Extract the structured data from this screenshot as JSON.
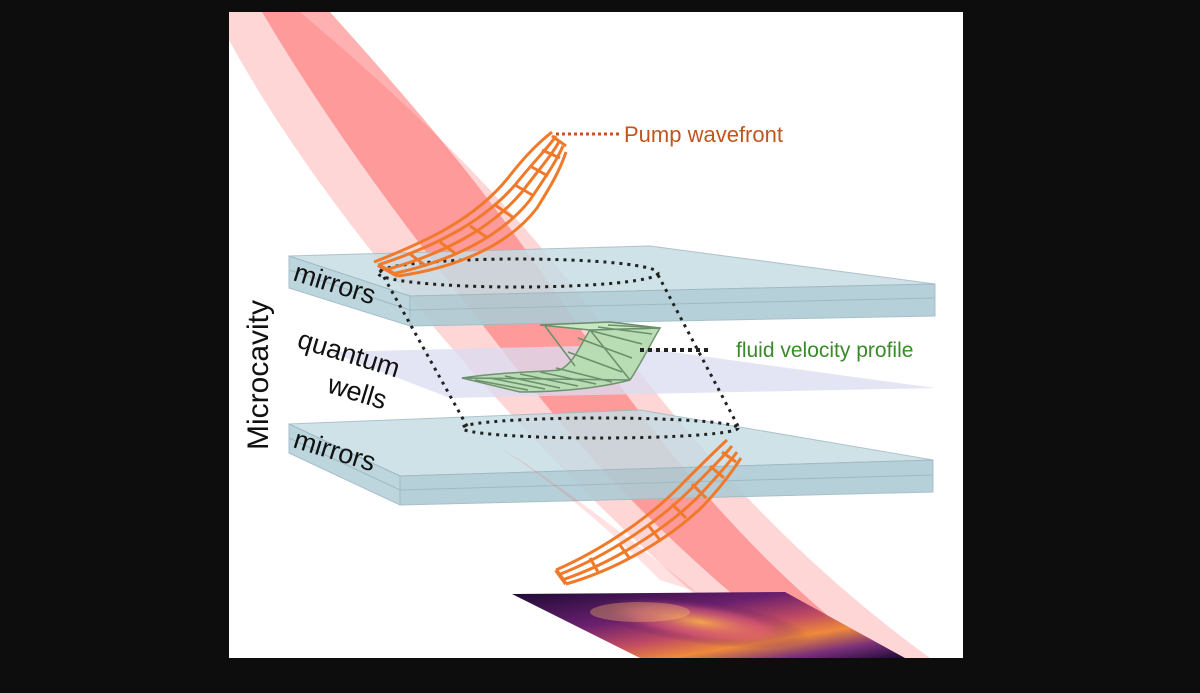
{
  "labels": {
    "pump_wavefront": "Pump wavefront",
    "fluid_velocity_profile": "fluid velocity profile",
    "microcavity": "Microcavity",
    "mirrors_top": "mirrors",
    "quantum": "quantum",
    "wells": "wells",
    "mirrors_bottom": "mirrors"
  },
  "colors": {
    "pump_text": "#c0561e",
    "fluid_text": "#3a8a2a",
    "wavefront": "#f07a2a",
    "fluid_mesh": "#8cc08c",
    "slab": "#c3dbe3",
    "beam": "#ff5a5a",
    "quantum_plane": "#d9dcf2",
    "frame": "#ffffff",
    "background": "#0d0d0d"
  }
}
